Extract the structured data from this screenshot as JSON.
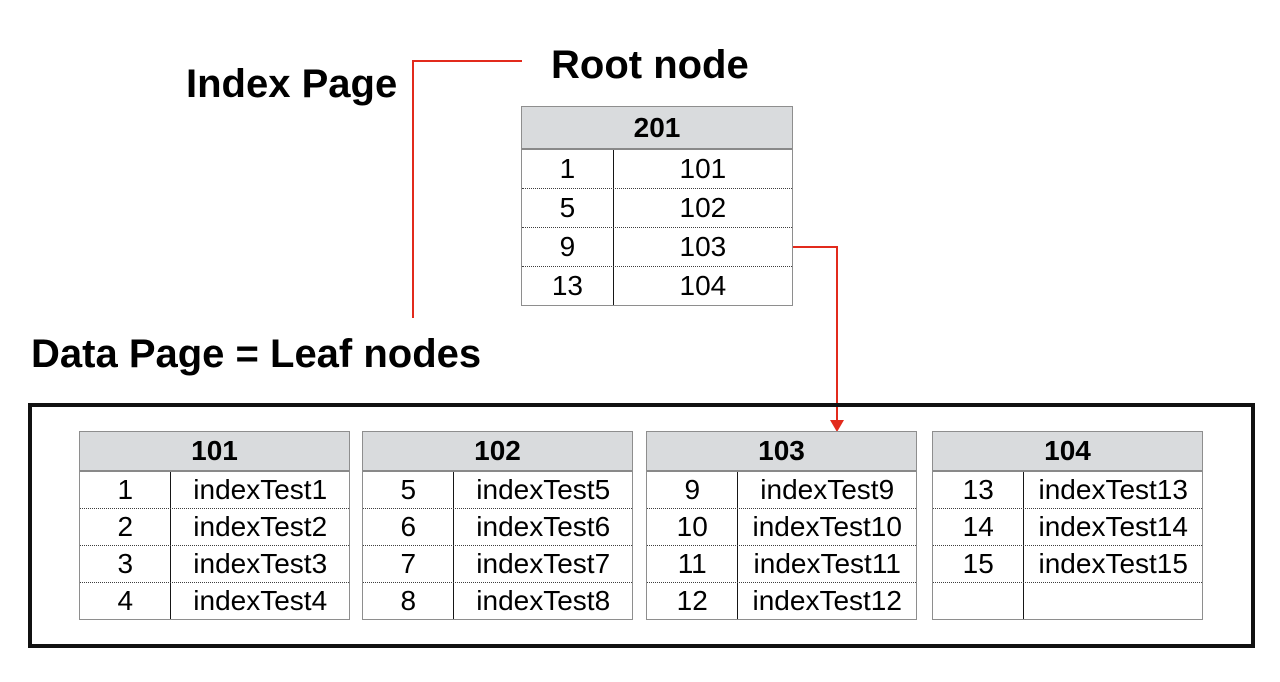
{
  "labels": {
    "index_page": "Index Page",
    "root_node": "Root node",
    "data_page_leaf": "Data Page = Leaf nodes"
  },
  "colors": {
    "connector_red": "#e22a1c",
    "header_gray": "#d9dbdd",
    "table_border": "#8e8e8e",
    "box_border": "#111111",
    "background": "#ffffff"
  },
  "root_table": {
    "header": "201",
    "rows": [
      {
        "key": "1",
        "value": "101"
      },
      {
        "key": "5",
        "value": "102"
      },
      {
        "key": "9",
        "value": "103"
      },
      {
        "key": "13",
        "value": "104"
      }
    ]
  },
  "leaf_tables": [
    {
      "header": "101",
      "rows": [
        {
          "key": "1",
          "value": "indexTest1"
        },
        {
          "key": "2",
          "value": "indexTest2"
        },
        {
          "key": "3",
          "value": "indexTest3"
        },
        {
          "key": "4",
          "value": "indexTest4"
        }
      ]
    },
    {
      "header": "102",
      "rows": [
        {
          "key": "5",
          "value": "indexTest5"
        },
        {
          "key": "6",
          "value": "indexTest6"
        },
        {
          "key": "7",
          "value": "indexTest7"
        },
        {
          "key": "8",
          "value": "indexTest8"
        }
      ]
    },
    {
      "header": "103",
      "rows": [
        {
          "key": "9",
          "value": "indexTest9"
        },
        {
          "key": "10",
          "value": "indexTest10"
        },
        {
          "key": "11",
          "value": "indexTest11"
        },
        {
          "key": "12",
          "value": "indexTest12"
        }
      ]
    },
    {
      "header": "104",
      "rows": [
        {
          "key": "13",
          "value": "indexTest13"
        },
        {
          "key": "14",
          "value": "indexTest14"
        },
        {
          "key": "15",
          "value": "indexTest15"
        },
        {
          "key": "",
          "value": ""
        }
      ]
    }
  ]
}
